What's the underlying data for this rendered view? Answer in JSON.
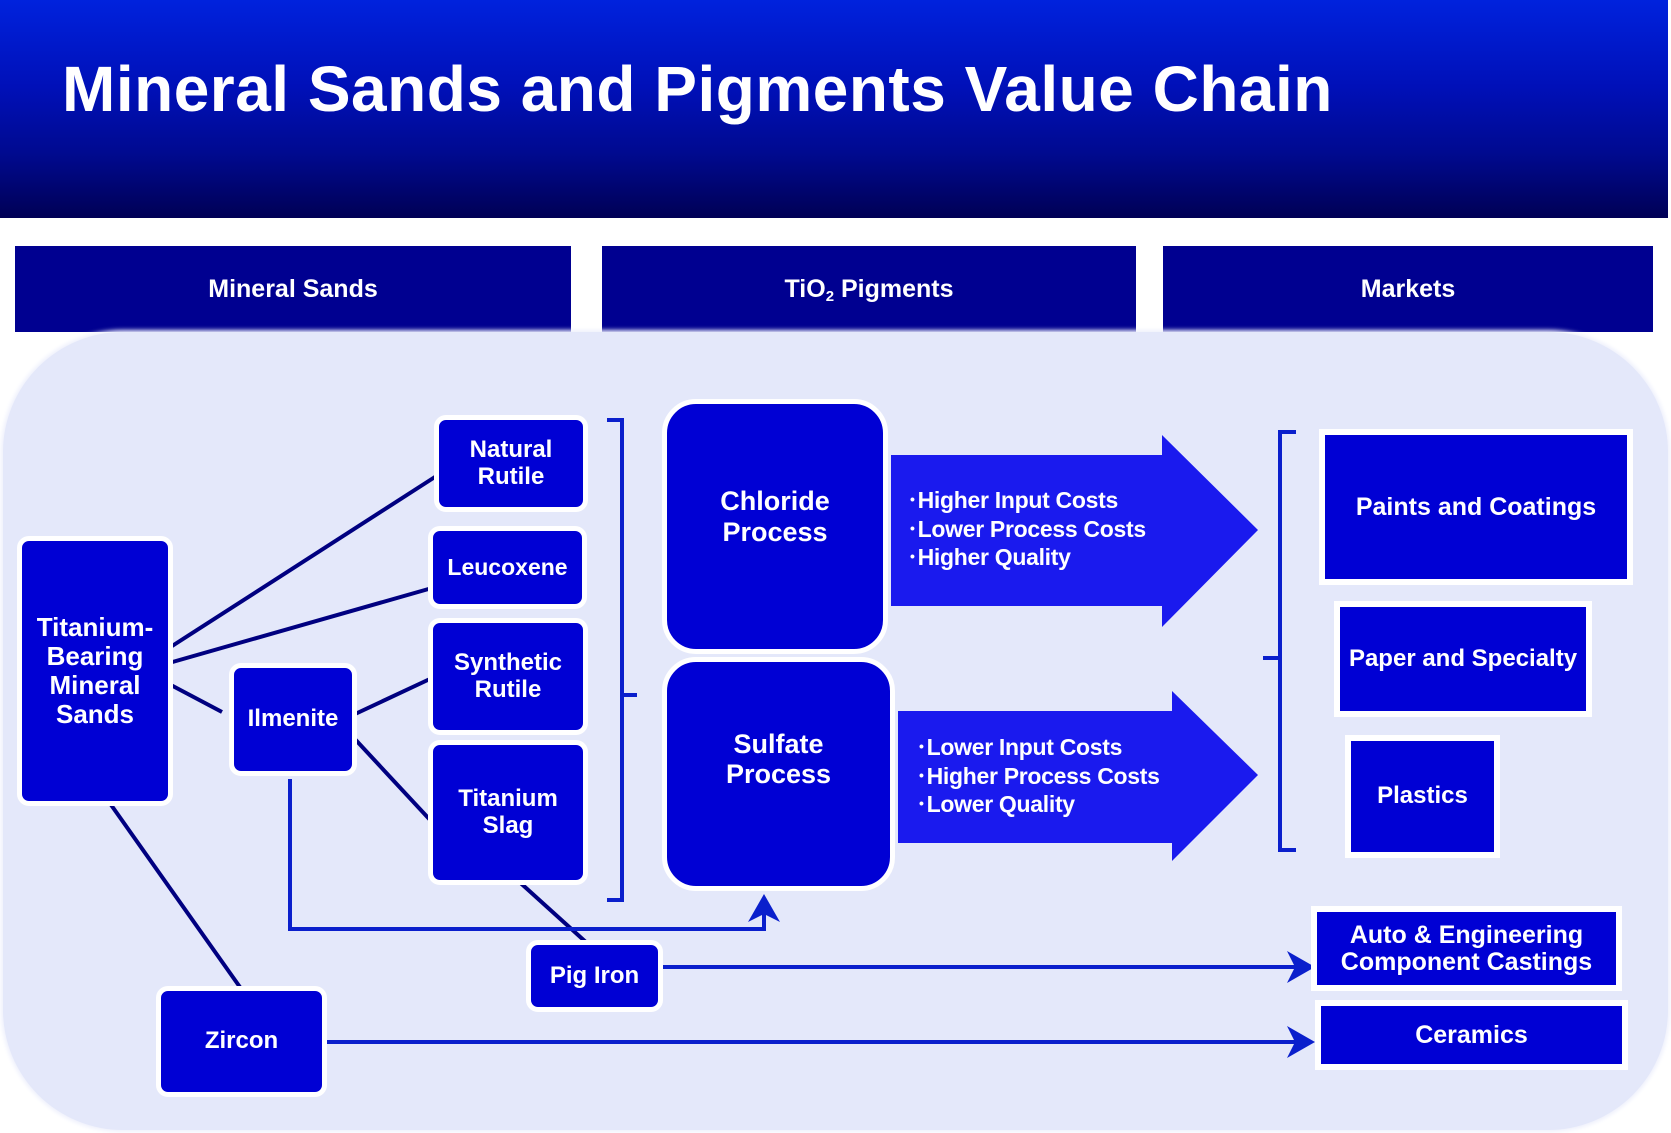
{
  "title": "Mineral Sands and Pigments Value Chain",
  "columns": {
    "mineral_sands": "Mineral Sands",
    "pigments": {
      "prefix": "TiO",
      "subscript": "2",
      "suffix": " Pigments"
    },
    "markets": "Markets"
  },
  "nodes": {
    "titanium_bearing": "Titanium-\nBearing\nMineral\nSands",
    "ilmenite": "Ilmenite",
    "natural_rutile": "Natural\nRutile",
    "leucoxene": "Leucoxene",
    "synthetic_rutile": "Synthetic\nRutile",
    "titanium_slag": "Titanium\nSlag",
    "pig_iron": "Pig Iron",
    "zircon": "Zircon",
    "chloride": "Chloride\nProcess",
    "sulfate": "Sulfate\nProcess",
    "paints": "Paints and Coatings",
    "paper": "Paper and Specialty",
    "plastics": "Plastics",
    "auto": "Auto & Engineering\nComponent Castings",
    "ceramics": "Ceramics"
  },
  "chloride_arrow": {
    "bullets": [
      "Higher Input Costs",
      "Lower Process Costs",
      "Higher Quality"
    ]
  },
  "sulfate_arrow": {
    "bullets": [
      "Lower Input Costs",
      "Higher Process Costs",
      "Lower Quality"
    ]
  },
  "colors": {
    "header_top": "#0022dd",
    "header_bottom": "#000055",
    "column_header": "#000090",
    "node_fill": "#0000d4",
    "arrow_fill": "#1a1aee",
    "connector": "#000080",
    "flow_line": "#0a1fcc",
    "panel": "#e4e8fa"
  }
}
